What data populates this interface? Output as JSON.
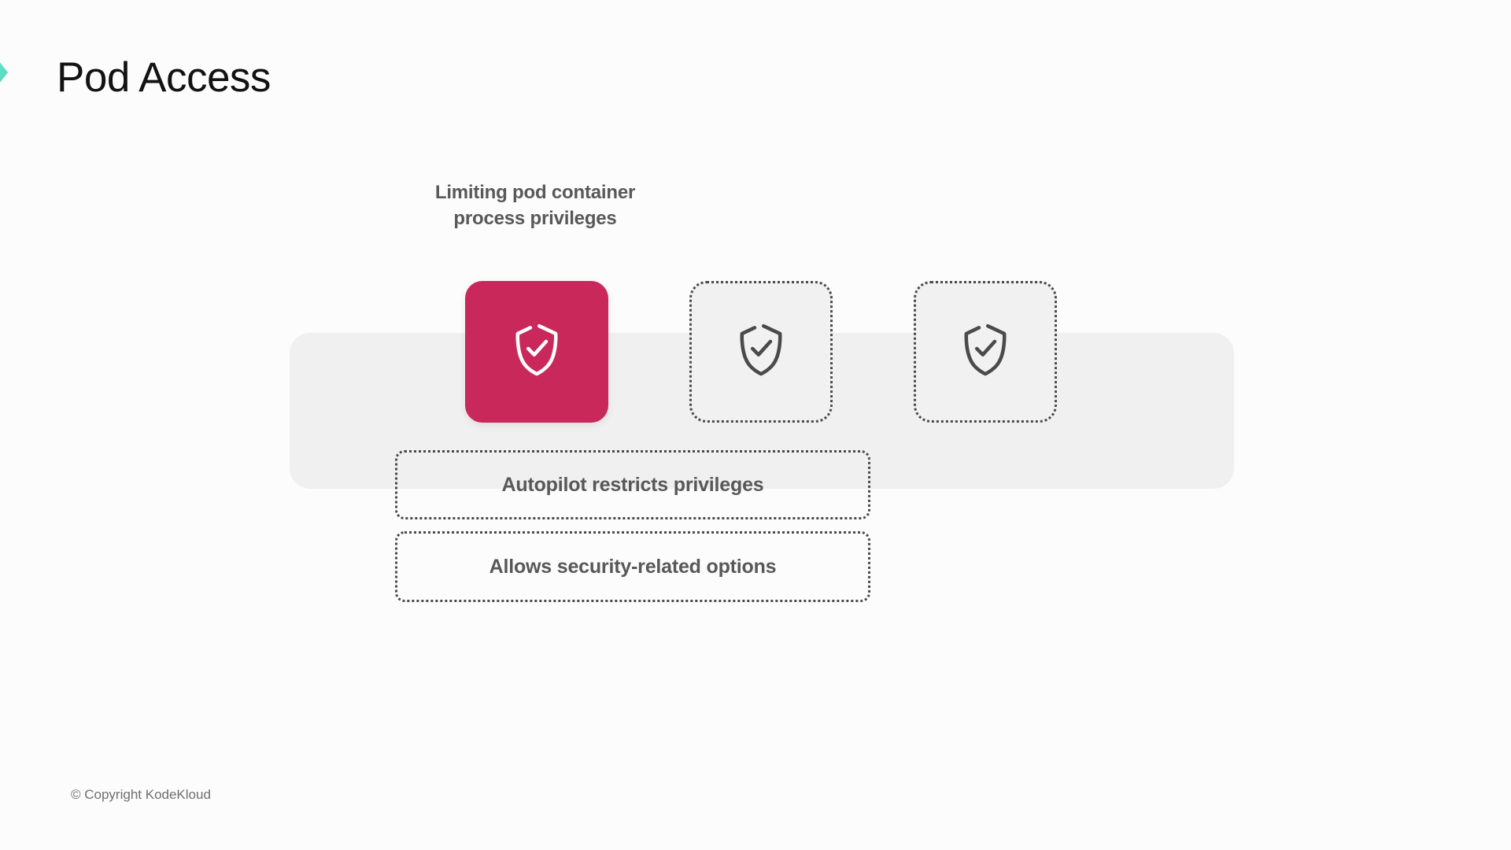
{
  "slide": {
    "title": "Pod Access",
    "background_color": "#fcfcfc"
  },
  "brand": {
    "logo_icon": "chevron-right-icon",
    "gradient_from": "#6fe7d2",
    "gradient_to": "#4fd6a8"
  },
  "column": {
    "heading": "Limiting pod container process privileges"
  },
  "cards": [
    {
      "icon": "shield-check-icon",
      "state": "active",
      "background_color": "#c9285a",
      "icon_color": "#ffffff"
    },
    {
      "icon": "shield-check-icon",
      "state": "inactive",
      "background_color": "#f1f1f1",
      "icon_color": "#4a4a4a"
    },
    {
      "icon": "shield-check-icon",
      "state": "inactive",
      "background_color": "#f1f1f1",
      "icon_color": "#4a4a4a"
    }
  ],
  "callouts": [
    {
      "text": "Autopilot restricts privileges"
    },
    {
      "text": "Allows security-related options"
    }
  ],
  "footer": {
    "copyright": "© Copyright KodeKloud"
  },
  "colors": {
    "accent": "#c9285a",
    "band": "#f0f0f0",
    "text_gray": "#585858",
    "title_black": "#121212"
  }
}
